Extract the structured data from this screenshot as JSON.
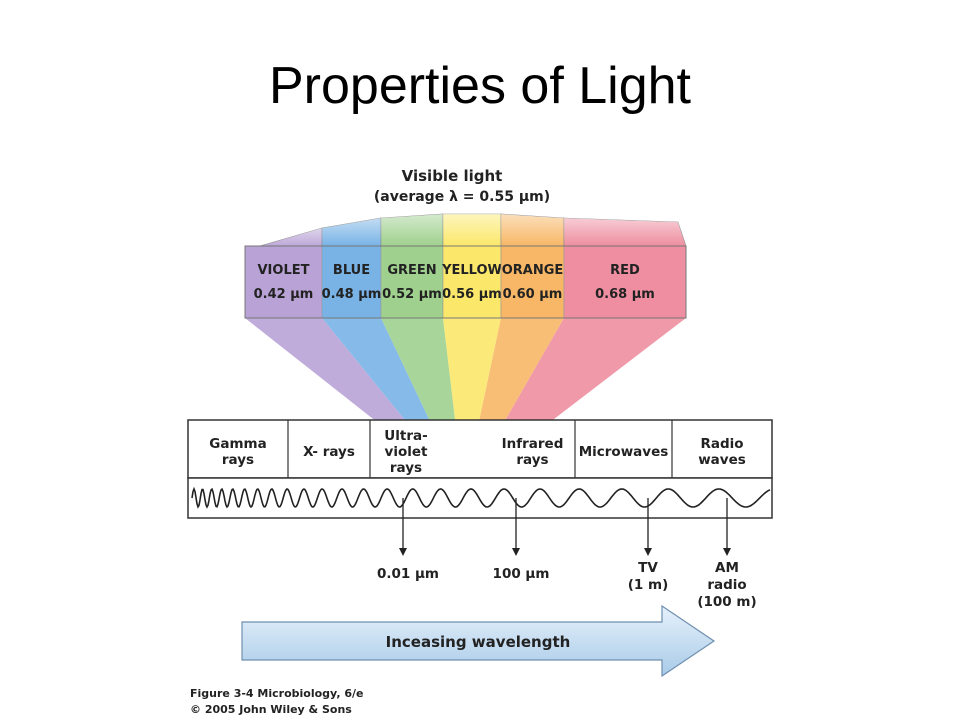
{
  "title": "Properties of Light",
  "visible_light": {
    "heading": "Visible light",
    "subheading": "(average λ = 0.55 μm)",
    "bands": [
      {
        "name": "VIOLET",
        "wavelength": "0.42 μm",
        "color": "#b9a3d6"
      },
      {
        "name": "BLUE",
        "wavelength": "0.48 μm",
        "color": "#79b3e6"
      },
      {
        "name": "GREEN",
        "wavelength": "0.52 μm",
        "color": "#9fd08e"
      },
      {
        "name": "YELLOW",
        "wavelength": "0.56 μm",
        "color": "#fbe86b"
      },
      {
        "name": "ORANGE",
        "wavelength": "0.60 μm",
        "color": "#f7b766"
      },
      {
        "name": "RED",
        "wavelength": "0.68 μm",
        "color": "#ee8ea0"
      }
    ]
  },
  "spectrum": {
    "cells": [
      {
        "line1": "Gamma",
        "line2": "rays"
      },
      {
        "line1": "X- rays",
        "line2": ""
      },
      {
        "line1": "Ultra-",
        "line2": "violet",
        "line3": "rays"
      },
      {
        "line1": "Infrared",
        "line2": "rays"
      },
      {
        "line1": "Microwaves",
        "line2": ""
      },
      {
        "line1": "Radio",
        "line2": "waves"
      }
    ]
  },
  "markers": [
    {
      "line1": "0.01 μm",
      "line2": "",
      "line3": ""
    },
    {
      "line1": "100 μm",
      "line2": "",
      "line3": ""
    },
    {
      "line1": "TV",
      "line2": "(1 m)",
      "line3": ""
    },
    {
      "line1": "AM",
      "line2": "radio",
      "line3": "(100 m)"
    }
  ],
  "arrow_label": "Inceasing wavelength",
  "caption": {
    "line1": "Figure 3-4  Microbiology, 6/e",
    "line2": "© 2005 John Wiley & Sons"
  }
}
